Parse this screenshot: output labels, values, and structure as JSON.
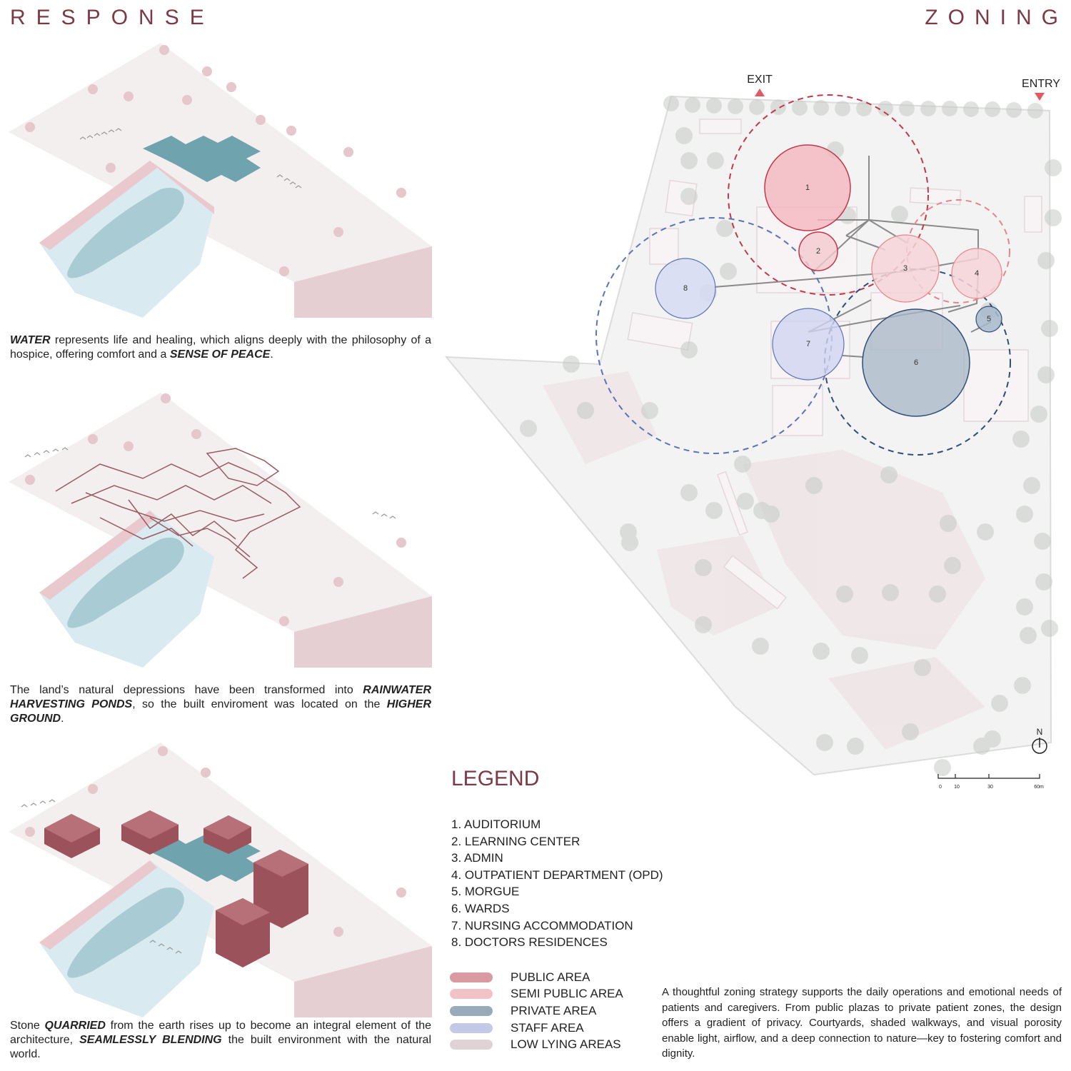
{
  "headers": {
    "left": "RESPONSE",
    "right": "ZONING"
  },
  "captions": [
    [
      {
        "t": "WATER",
        "b": true
      },
      {
        "t": " represents life and healing, which aligns deeply with the philosophy of a hospice, offering comfort and a "
      },
      {
        "t": "SENSE OF PEACE",
        "b": true
      },
      {
        "t": "."
      }
    ],
    [
      {
        "t": "The land’s natural depressions have been transformed into "
      },
      {
        "t": "RAINWATER HARVESTING PONDS",
        "b": true
      },
      {
        "t": ", so the built enviroment was located on the "
      },
      {
        "t": "HIGHER GROUND",
        "b": true
      },
      {
        "t": "."
      }
    ],
    [
      {
        "t": "Stone "
      },
      {
        "t": "QUARRIED",
        "b": true
      },
      {
        "t": " from the earth rises up to become an integral element of the architecture, "
      },
      {
        "t": "SEAMLESSLY BLENDING",
        "b": true
      },
      {
        "t": " the built environment with the natural world."
      }
    ]
  ],
  "plan": {
    "exit_label": "EXIT",
    "entry_label": "ENTRY",
    "north_label": "N",
    "scale_labels": [
      "0",
      "10",
      "30",
      "60m"
    ],
    "circles": [
      {
        "label": "1",
        "zone": "public-fill"
      },
      {
        "label": "2",
        "zone": "public"
      },
      {
        "label": "3",
        "zone": "semi"
      },
      {
        "label": "4",
        "zone": "semi"
      },
      {
        "label": "5",
        "zone": "private"
      },
      {
        "label": "6",
        "zone": "private"
      },
      {
        "label": "7",
        "zone": "staff"
      },
      {
        "label": "8",
        "zone": "staff"
      }
    ]
  },
  "legend": {
    "title": "LEGEND",
    "items": [
      "1. AUDITORIUM",
      "2. LEARNING CENTER",
      "3. ADMIN",
      "4. OUTPATIENT DEPARTMENT (OPD)",
      "5. MORGUE",
      "6. WARDS",
      "7. NURSING ACCOMMODATION",
      "8. DOCTORS RESIDENCES"
    ],
    "zones": [
      {
        "label": "PUBLIC AREA",
        "color": "#d99aa2"
      },
      {
        "label": "SEMI PUBLIC AREA",
        "color": "#f1c3c6"
      },
      {
        "label": "PRIVATE AREA",
        "color": "#97abbb"
      },
      {
        "label": "STAFF AREA",
        "color": "#c3cae8"
      },
      {
        "label": "LOW LYING AREAS",
        "color": "#e0d3d6"
      }
    ]
  },
  "description": "A thoughtful zoning strategy supports the daily operations and emotional needs of patients and caregivers. From public plazas to private patient zones, the design offers a gradient of privacy. Courtyards, shaded walkways, and visual porosity enable light, airflow, and a deep connection to nature—key to fostering comfort and dignity.",
  "colors": {
    "accent": "#7b3a45",
    "public": "#c0394a",
    "semi": "#e8848c",
    "private": "#2f4f7a",
    "staff": "#5b74b8",
    "water": "#d7e9ef",
    "pond": "#b6d5df",
    "slab": "#f4efef",
    "side": "#e6cfd2",
    "stone": "#a45c64",
    "teal": "#6fa3ad"
  }
}
